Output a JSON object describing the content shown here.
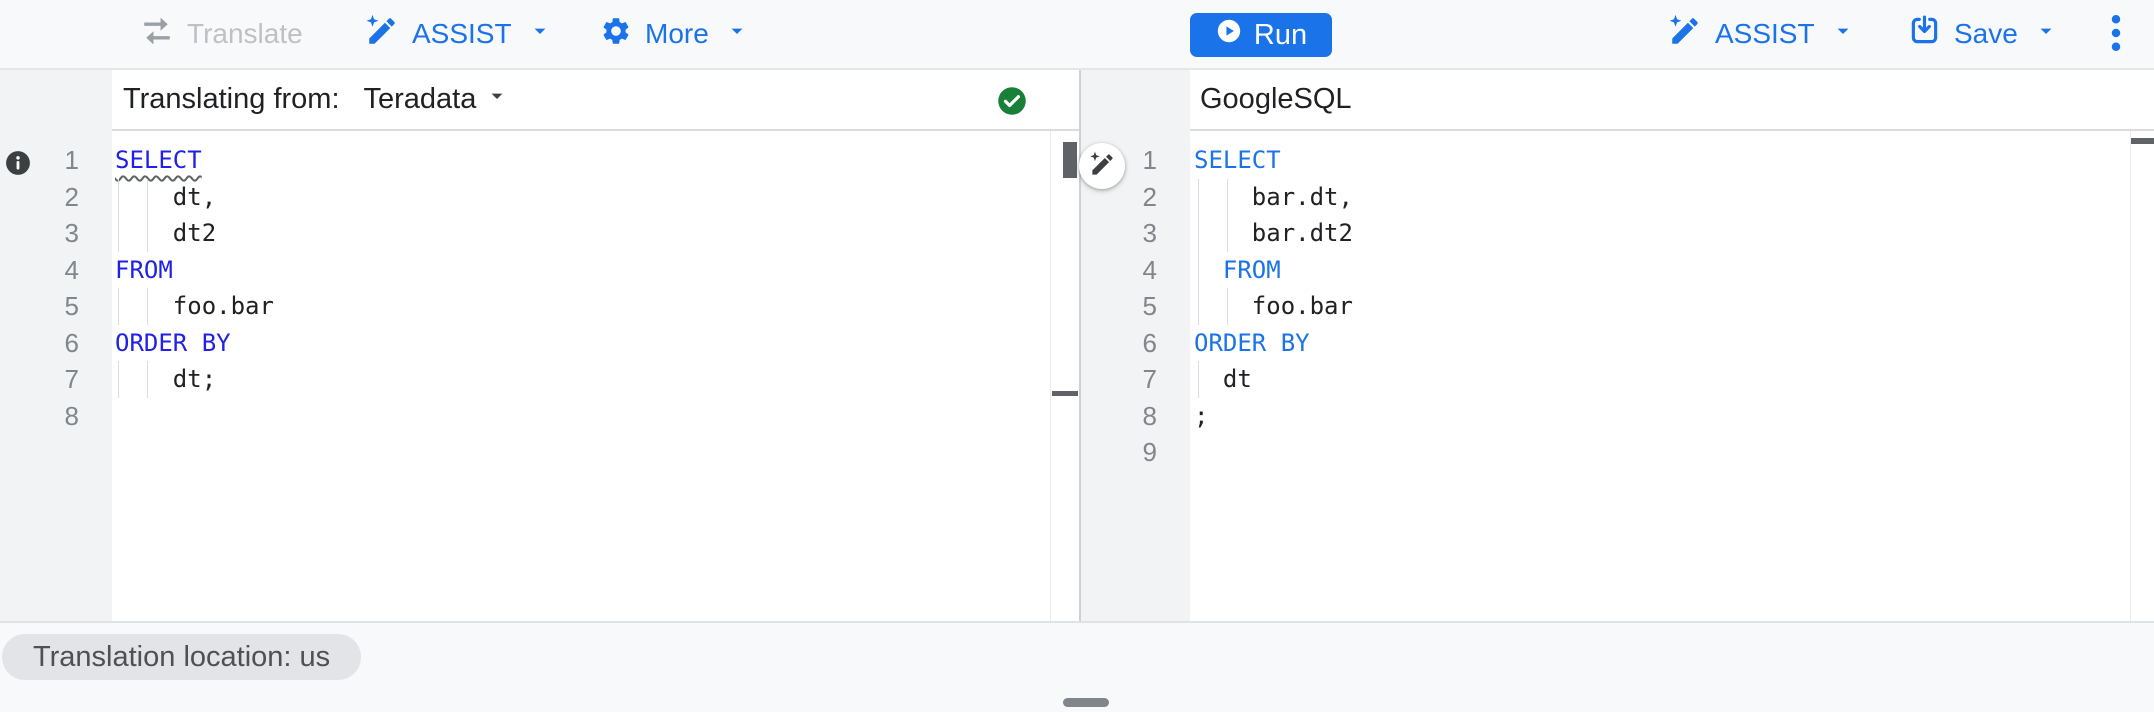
{
  "toolbar": {
    "left": {
      "translate": "Translate",
      "assist": "ASSIST",
      "more": "More"
    },
    "right": {
      "run": "Run",
      "assist": "ASSIST",
      "save": "Save"
    }
  },
  "source_panel": {
    "header_label": "Translating from:",
    "dialect": "Teradata",
    "status": "valid",
    "code_lines": [
      {
        "n": 1,
        "parts": [
          {
            "t": "SELECT",
            "k": "kw",
            "lint": true
          }
        ]
      },
      {
        "n": 2,
        "parts": [
          {
            "t": "    dt,"
          }
        ]
      },
      {
        "n": 3,
        "parts": [
          {
            "t": "    dt2"
          }
        ]
      },
      {
        "n": 4,
        "parts": [
          {
            "t": "FROM",
            "k": "kw"
          }
        ]
      },
      {
        "n": 5,
        "parts": [
          {
            "t": "    foo.bar"
          }
        ]
      },
      {
        "n": 6,
        "parts": [
          {
            "t": "ORDER BY",
            "k": "kw"
          }
        ]
      },
      {
        "n": 7,
        "parts": [
          {
            "t": "    dt;"
          }
        ]
      },
      {
        "n": 8,
        "parts": [
          {
            "t": ""
          }
        ]
      }
    ]
  },
  "target_panel": {
    "header_label": "GoogleSQL",
    "code_lines": [
      {
        "n": 1,
        "parts": [
          {
            "t": "SELECT",
            "k": "kw"
          }
        ]
      },
      {
        "n": 2,
        "parts": [
          {
            "t": "    bar.dt,"
          }
        ]
      },
      {
        "n": 3,
        "parts": [
          {
            "t": "    bar.dt2"
          }
        ]
      },
      {
        "n": 4,
        "parts": [
          {
            "t": "  "
          },
          {
            "t": "FROM",
            "k": "kw"
          }
        ]
      },
      {
        "n": 5,
        "parts": [
          {
            "t": "    foo.bar"
          }
        ]
      },
      {
        "n": 6,
        "parts": [
          {
            "t": "ORDER BY",
            "k": "kw"
          }
        ]
      },
      {
        "n": 7,
        "parts": [
          {
            "t": "  dt"
          }
        ]
      },
      {
        "n": 8,
        "parts": [
          {
            "t": ";"
          }
        ]
      },
      {
        "n": 9,
        "parts": [
          {
            "t": ""
          }
        ]
      }
    ]
  },
  "footer": {
    "location_chip": "Translation location: us"
  },
  "icons": {
    "translate": "swap-arrows",
    "assist": "pen-sparkle",
    "more": "gear",
    "run": "play-circle",
    "save": "save-arrow-down",
    "overflow": "kebab-vertical",
    "source_status": "check-circle",
    "lint_marker": "info-circle",
    "divider_button": "pen-sparkle",
    "dropdown": "triangle-down"
  },
  "colors": {
    "accent_blue": "#1a73e8",
    "keyword_source": "#2020e6",
    "keyword_target": "#1a73e8",
    "status_green": "#188038",
    "disabled_gray": "#bdc1c6",
    "gutter_gray": "#f1f3f4",
    "scroll_thumb": "#5f6368"
  }
}
